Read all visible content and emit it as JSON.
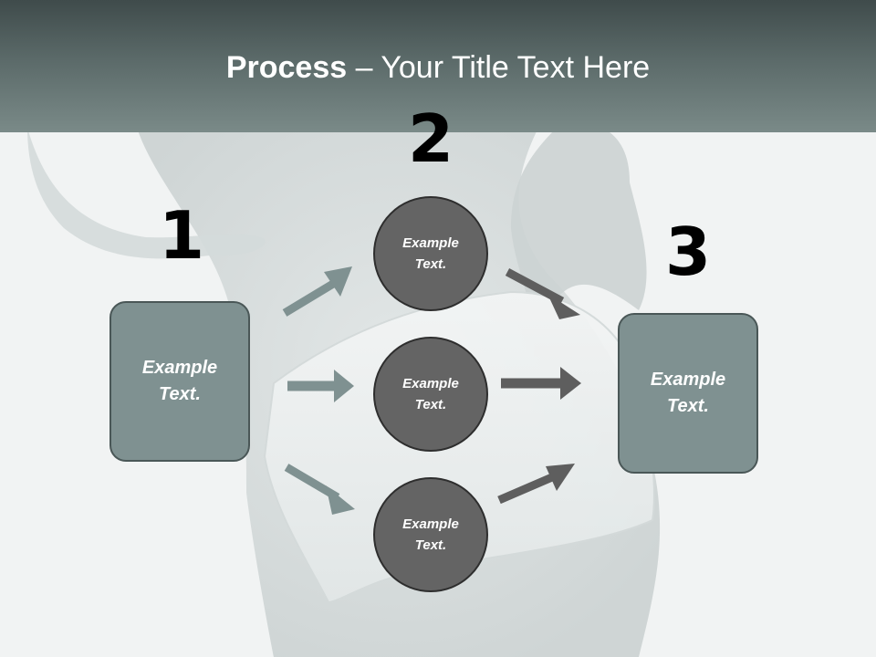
{
  "title": {
    "bold": "Process",
    "rest": " – Your Title Text Here"
  },
  "steps": {
    "one": "1",
    "two": "2",
    "three": "3"
  },
  "boxes": {
    "left": "Example Text.",
    "right": "Example Text."
  },
  "circles": {
    "top": "Example Text.",
    "middle": "Example Text.",
    "bottom": "Example Text."
  },
  "colors": {
    "header": "#5b6a69",
    "box_fill": "#7f9191",
    "circle_fill": "#646464",
    "arrow_teal": "#7f9191",
    "arrow_dark": "#5e5e5e"
  }
}
